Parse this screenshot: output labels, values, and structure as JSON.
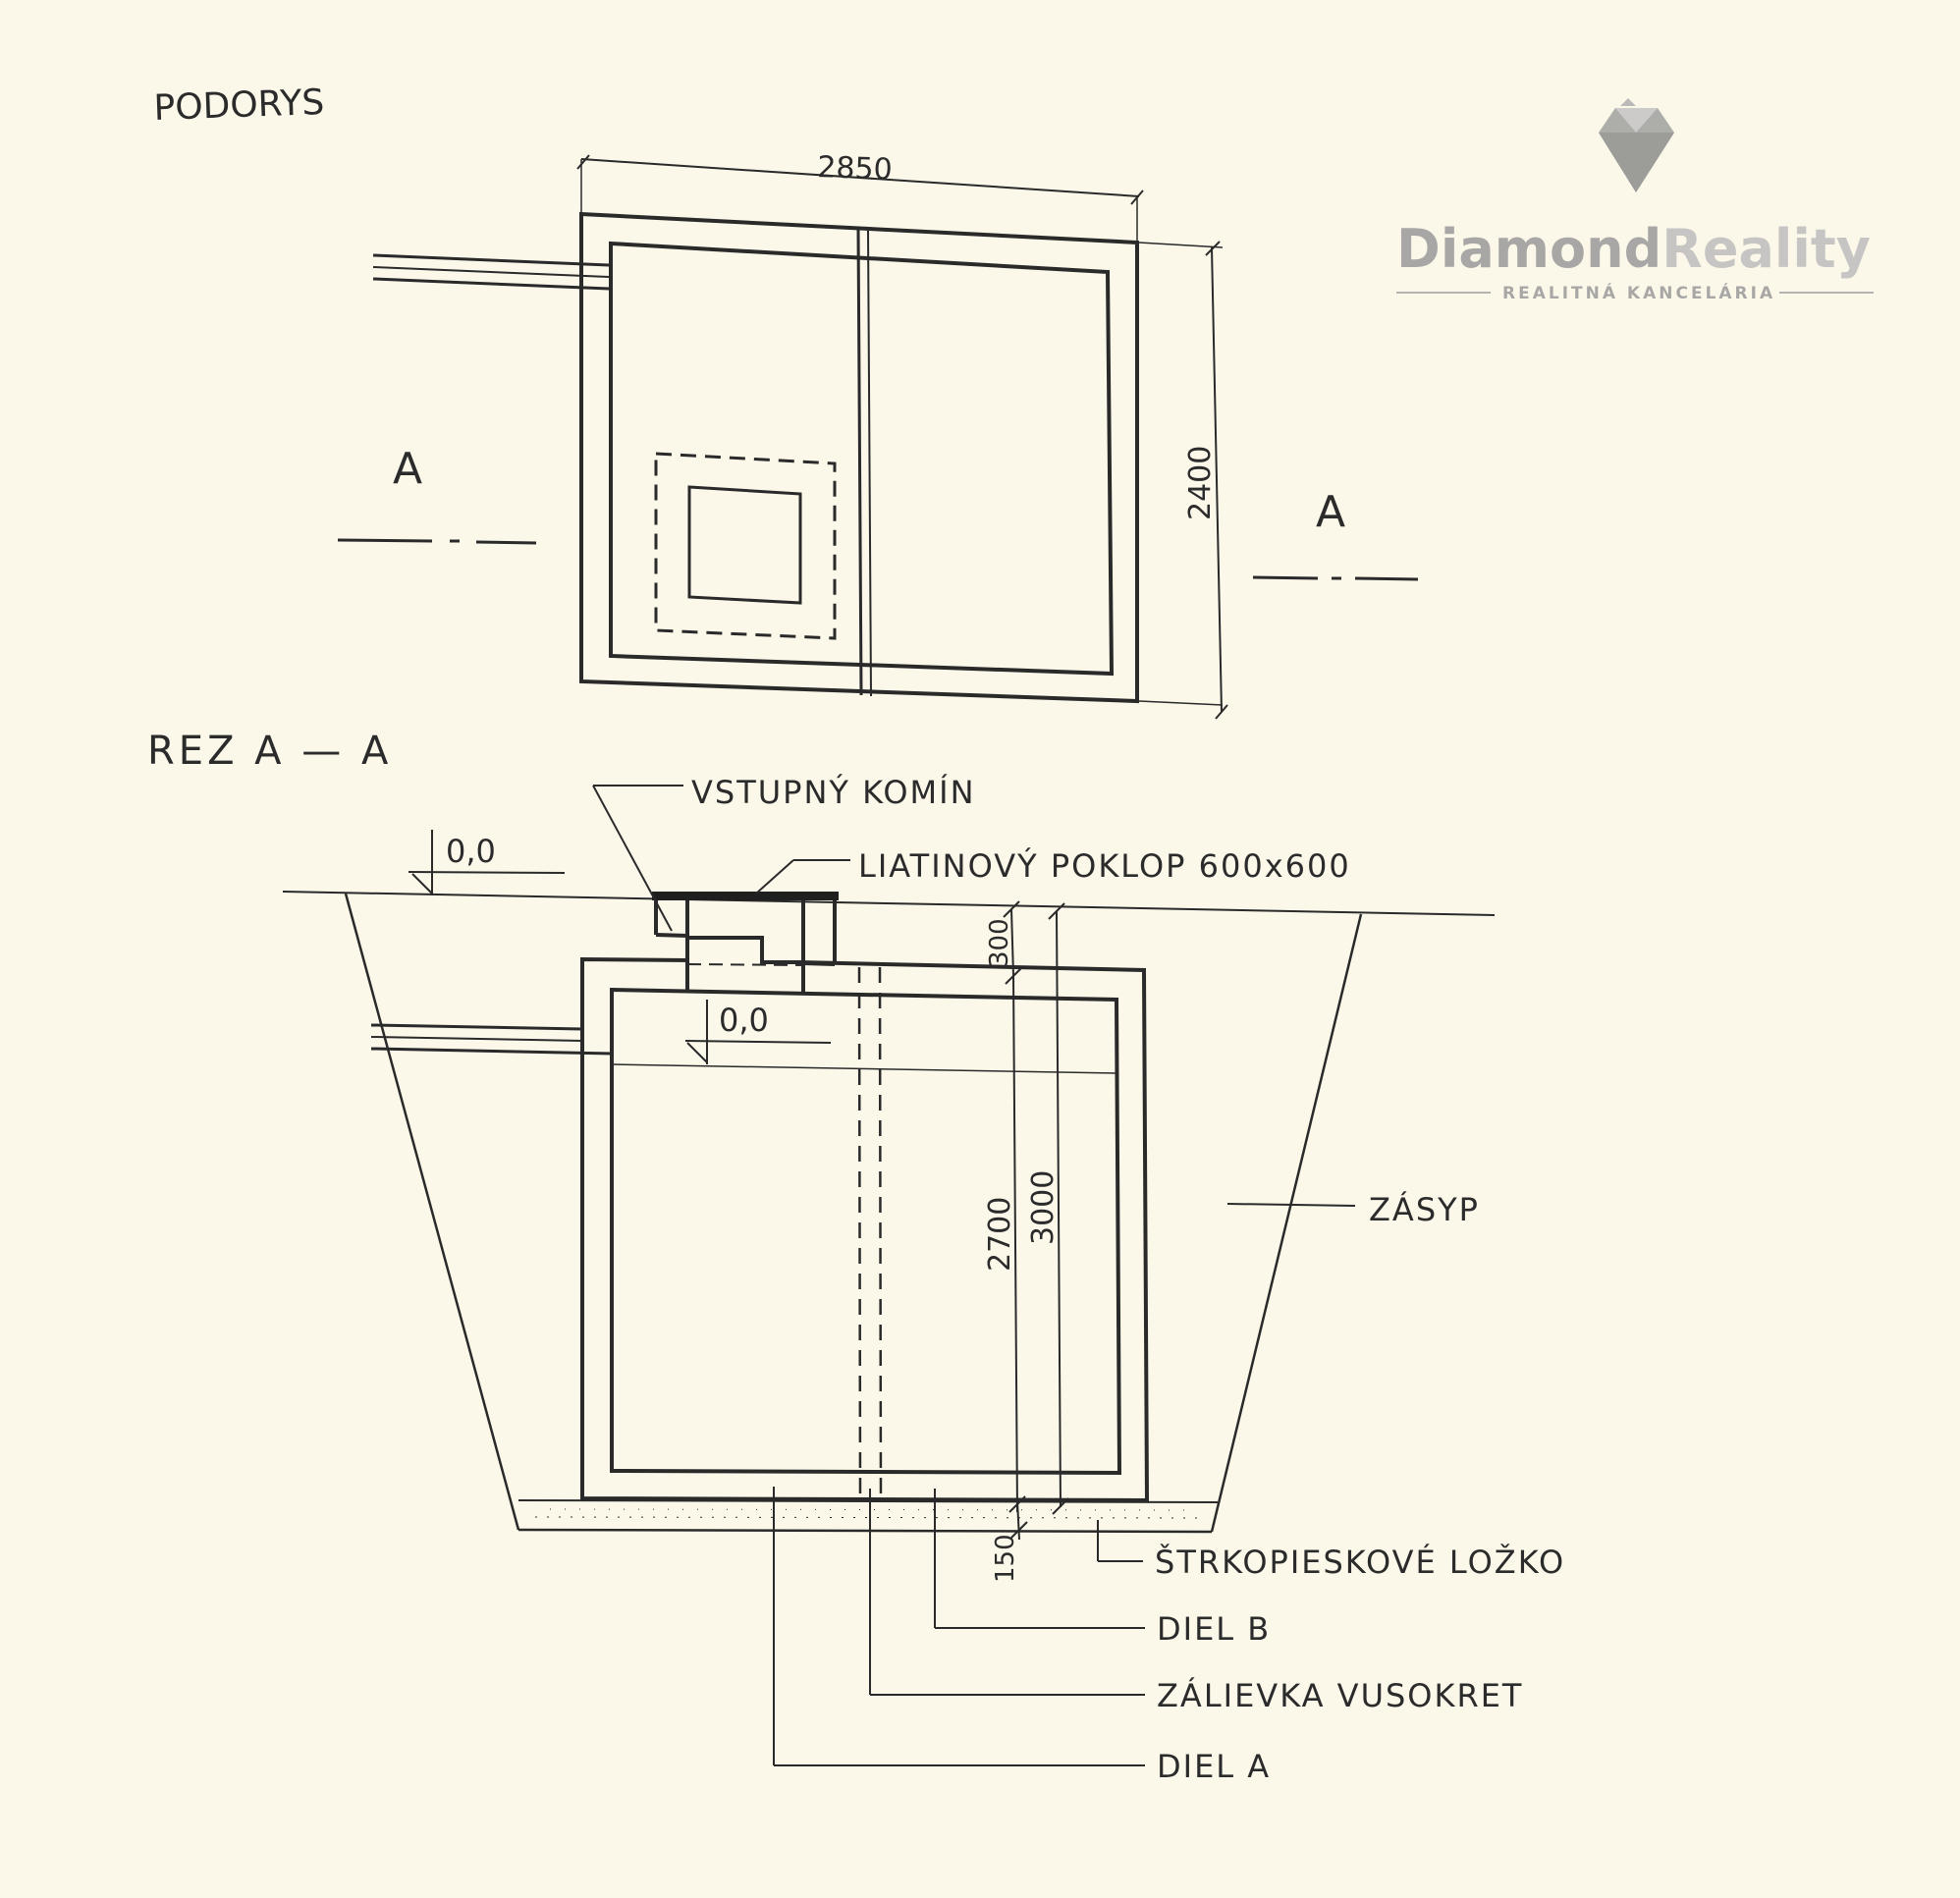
{
  "plan": {
    "title": "PODORYS",
    "width_dim": "2850",
    "height_dim": "2400",
    "section_mark_left": "A",
    "section_mark_right": "A"
  },
  "section": {
    "title": "REZ A — A",
    "level_top": "0,0",
    "level_inner": "0,0",
    "dim_chimney": "300",
    "dim_inner_height": "2700",
    "dim_total_height": "3000",
    "dim_bed": "150"
  },
  "labels": {
    "chimney": "VSTUPNÝ KOMÍN",
    "cover": "LIATINOVÝ POKLOP 600x600",
    "backfill": "ZÁSYP",
    "gravel_bed": "ŠTRKOPIESKOVÉ LOŽKO",
    "part_b": "DIEL B",
    "grout": "ZÁLIEVKA VUSOKRET",
    "part_a": "DIEL A"
  },
  "watermark": {
    "brand_first": "Diamond",
    "brand_second": "Reality",
    "tagline": "REALITNÁ KANCELÁRIA",
    "colors": {
      "primary": "#9a9a9a",
      "secondary": "#bdbdbd"
    }
  }
}
